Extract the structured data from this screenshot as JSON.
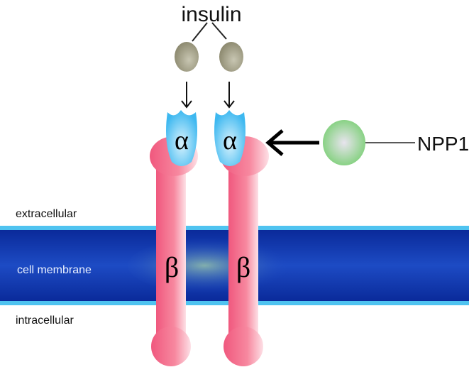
{
  "labels": {
    "insulin": "insulin",
    "npp1": "NPP1",
    "extracellular": "extracellular",
    "membrane": "cell membrane",
    "intracellular": "intracellular",
    "alpha": "α",
    "beta": "β"
  },
  "colors": {
    "membrane": "#0a2fa8",
    "membrane_edge": "#4fc3f0",
    "beta_subunit": "#f36d8c",
    "alpha_subunit": "#5cc4f2",
    "insulin": "#a9a78e",
    "npp1": "#8fd68a"
  }
}
